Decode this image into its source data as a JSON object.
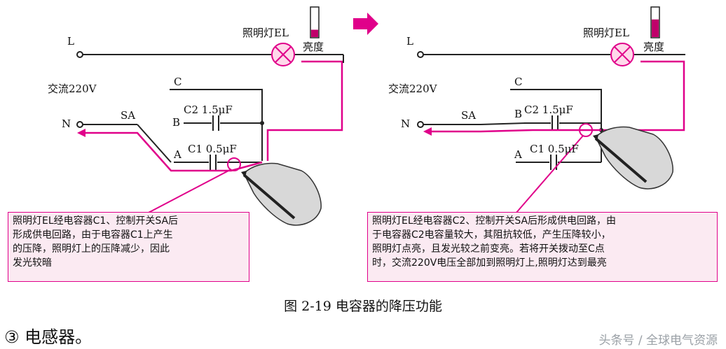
{
  "left_panel": {
    "terminal_L": "L",
    "terminal_N": "N",
    "source": "交流220V",
    "lamp": "照明灯EL",
    "brightness": "亮度",
    "brightness_level": 0.25,
    "point_C": "C",
    "point_B": "B",
    "point_A": "A",
    "switch": "SA",
    "cap_C2": "C2 1.5μF",
    "cap_C1": "C1 0.5μF",
    "note_lines": [
      "照明灯EL经电容器C1、控制开关SA后",
      "形成供电回路，由于电容器C1上产生",
      "的压降，照明灯上的压降减少，因此",
      "发光较暗"
    ]
  },
  "right_panel": {
    "terminal_L": "L",
    "terminal_N": "N",
    "source": "交流220V",
    "lamp": "照明灯EL",
    "brightness": "亮度",
    "brightness_level": 0.6,
    "point_C": "C",
    "point_B": "B",
    "point_A": "A",
    "switch": "SA",
    "cap_C2": "C2 1.5μF",
    "cap_C1": "C1 0.5μF",
    "note_lines": [
      "照明灯EL经电容器C2、控制开关SA后形成供电回路，由",
      "于电容器C2电容量较大，其阻抗较低，产生压降较小，",
      "照明灯点亮，且发光较之前变亮。若将开关拨动至C点",
      "时，交流220V电压全部加到照明灯上,照明灯达到最亮"
    ]
  },
  "caption": "图 2-19    电容器的降压功能",
  "heading": "③ 电感器。",
  "watermark": "头条号 / 全球电气资源",
  "colors": {
    "current_path": "#e0008a",
    "note_bg": "#fbeaf2",
    "wire": "#222222",
    "meter_fill": "#c0006a"
  }
}
